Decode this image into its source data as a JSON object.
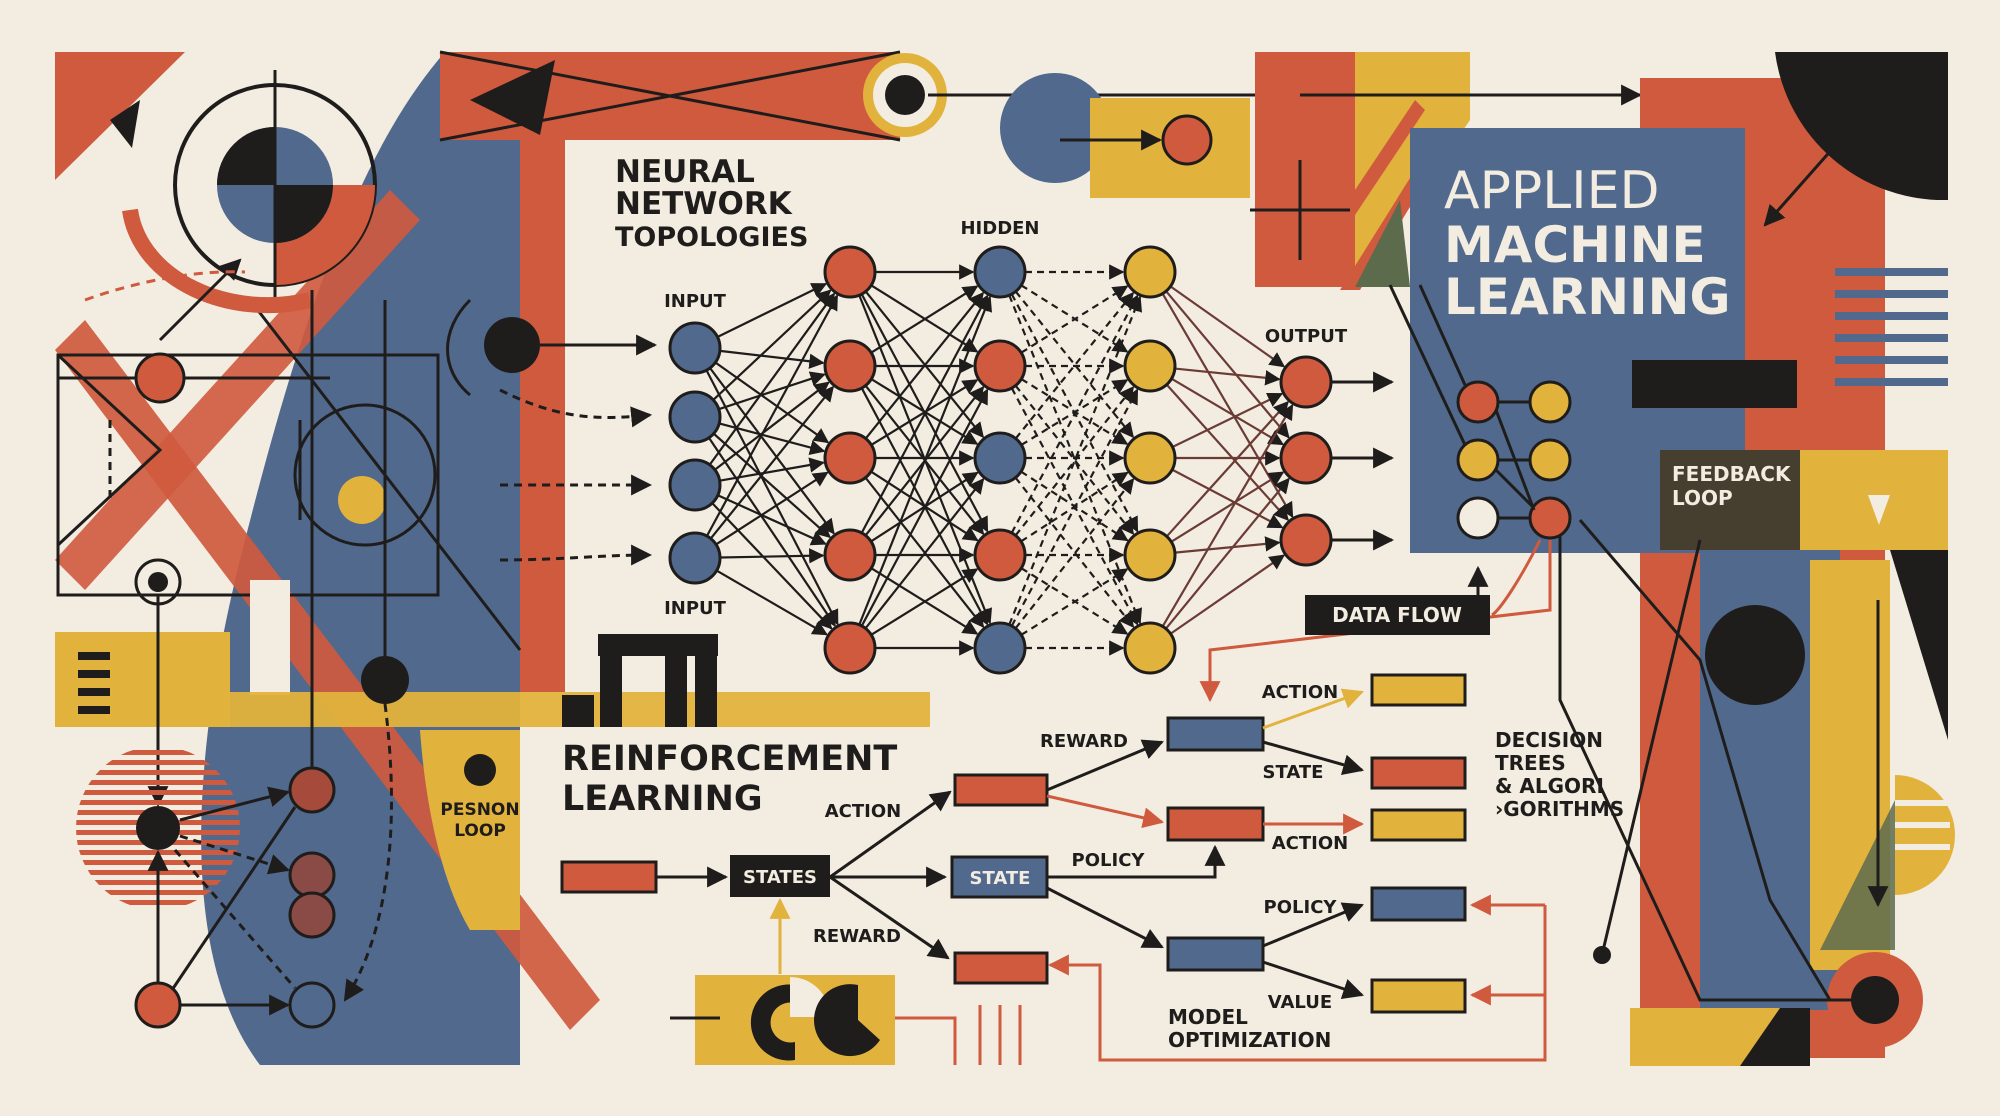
{
  "colors": {
    "background": "#f3ece0",
    "red": "#cf5a3e",
    "blue": "#51698c",
    "yellow": "#e2b33c",
    "dark": "#1f1d1c"
  },
  "titles": {
    "neural_network": [
      "NEURAL",
      "NETWORK"
    ],
    "topologies": "TOPOLOGIES",
    "applied": "APPLIED",
    "machine_learning": [
      "MACHINE",
      "LEARNING"
    ],
    "reinforcement_learning": [
      "REINFORCEMENT",
      "LEARNING"
    ]
  },
  "network": {
    "input_top_label": "INPUT",
    "input_bottom_label": "INPUT",
    "hidden_label": "HIDDEN",
    "output_label": "OUTPUT"
  },
  "labels": {
    "data_flow": "DATA FLOW",
    "feedback_loop": [
      "FEEDBACK",
      "LOOP"
    ],
    "pesnon_loop": [
      "PESNON",
      "LOOP"
    ],
    "decision_trees": [
      "DECISION",
      "TREES",
      "& ALGORI",
      "›GORITHMS"
    ],
    "model_optimization": [
      "MODEL",
      "OPTIMIZATION"
    ]
  },
  "rl_flow": {
    "states": "STATES",
    "state": "STATE",
    "action_left": "ACTION",
    "reward_top": "REWARD",
    "reward_bottom": "REWARD",
    "policy_mid": "POLICY",
    "action_top_right": "ACTION",
    "state_right": "STATE",
    "action_mid_right": "ACTION",
    "policy_right": "POLICY",
    "value_right": "VALUE"
  }
}
